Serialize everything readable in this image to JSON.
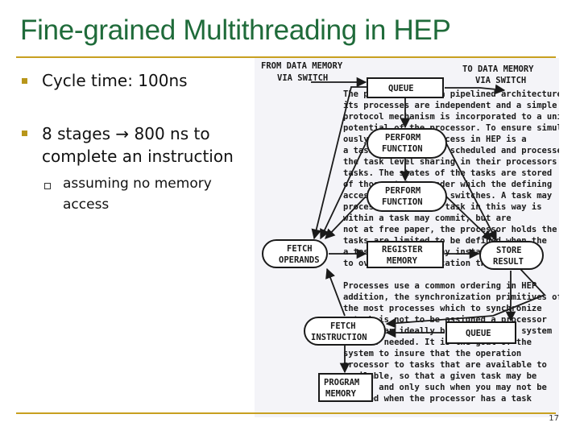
{
  "title": "Fine-grained Multithreading in HEP",
  "bullets": [
    {
      "text": "Cycle time: 100ns"
    },
    {
      "line1": "8 stages → 800 ns to",
      "line2": "complete an instruction"
    }
  ],
  "sub_bullet": {
    "line1": "assuming no memory",
    "line2": "access"
  },
  "page_number": "17",
  "figure": {
    "from_memory": [
      "FROM DATA MEMORY",
      "VIA SWITCH"
    ],
    "to_memory": [
      "TO DATA MEMORY",
      "VIA SWITCH"
    ],
    "queue_top": "QUEUE",
    "perform1": [
      "PERFORM",
      "FUNCTION"
    ],
    "perform2": [
      "PERFORM",
      "FUNCTION"
    ],
    "fetch_operands": [
      "FETCH",
      "OPERANDS"
    ],
    "register_memory": [
      "REGISTER",
      "MEMORY"
    ],
    "store_result": [
      "STORE",
      "RESULT"
    ],
    "fetch_instruction": [
      "FETCH",
      "INSTRUCTION"
    ],
    "queue_bottom": "QUEUE",
    "program_memory": [
      "PROGRAM",
      "MEMORY"
    ]
  }
}
